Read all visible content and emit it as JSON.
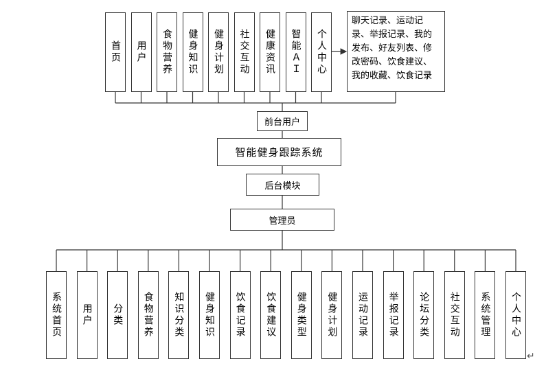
{
  "diagram": {
    "root": "智能健身跟踪系统",
    "frontend_label": "前台用户",
    "backend_label": "后台模块",
    "admin_label": "管理员",
    "frontend_modules": [
      "首页",
      "用户",
      "食物营养",
      "健身知识",
      "健身计划",
      "社交互动",
      "健康资讯",
      "智能ＡＩ",
      "个人中心"
    ],
    "personal_center_details": "聊天记录、运动记录、举报记录、我的发布、好友列表、修改密码、饮食建议、我的收藏、饮食记录",
    "admin_modules": [
      "系统首页",
      "用户",
      "分类",
      "食物营养",
      "知识分类",
      "健身知识",
      "饮食记录",
      "饮食建议",
      "健身类型",
      "健身计划",
      "运动记录",
      "举报记录",
      "论坛分类",
      "社交互动",
      "系统管理",
      "个人中心"
    ]
  },
  "paragraph_mark": "↵"
}
